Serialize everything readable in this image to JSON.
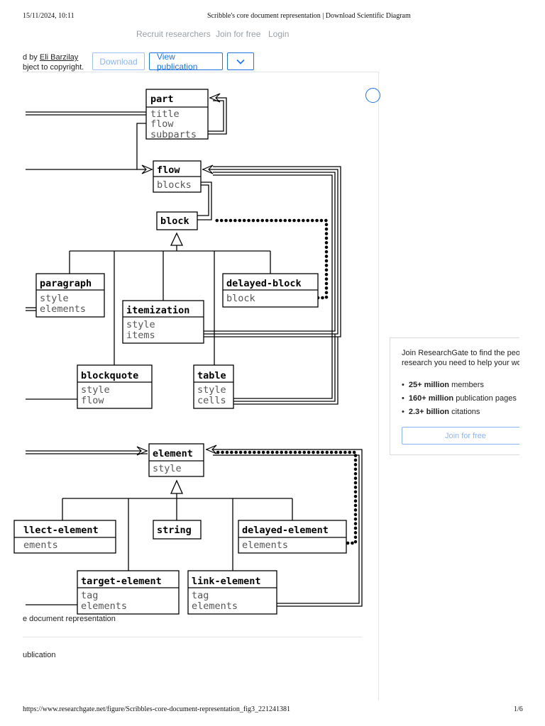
{
  "print_header": {
    "datetime": "15/11/2024, 10:11",
    "page_title": "Scribble's core document representation | Download Scientific Diagram"
  },
  "top_nav": {
    "recruit": "Recruit researchers",
    "join": "Join for free",
    "login": "Login"
  },
  "figure_toolbar": {
    "byline_prefix": "d by ",
    "author": "Eli Barzilay",
    "copyright": "bject to copyright.",
    "download": "Download",
    "view_publication": "View publication",
    "more_icon": "chevron-down-icon"
  },
  "diagram": {
    "part": {
      "name": "part",
      "fields": [
        "title",
        "flow",
        "subparts"
      ]
    },
    "flow": {
      "name": "flow",
      "fields": [
        "blocks"
      ]
    },
    "block": {
      "name": "block"
    },
    "paragraph": {
      "name": "paragraph",
      "fields": [
        "style",
        "elements"
      ]
    },
    "delayed_block": {
      "name": "delayed-block",
      "fields": [
        "block"
      ]
    },
    "itemization": {
      "name": "itemization",
      "fields": [
        "style",
        "items"
      ]
    },
    "blockquote": {
      "name": "blockquote",
      "fields": [
        "style",
        "flow"
      ]
    },
    "table": {
      "name": "table",
      "fields": [
        "style",
        "cells"
      ]
    },
    "element": {
      "name": "element",
      "fields": [
        "style"
      ]
    },
    "collect_element": {
      "name": "llect-element",
      "fields": [
        "ements"
      ]
    },
    "string": {
      "name": "string"
    },
    "delayed_element": {
      "name": "delayed-element",
      "fields": [
        "elements"
      ]
    },
    "target_element": {
      "name": "target-element",
      "fields": [
        "tag",
        "elements"
      ]
    },
    "link_element": {
      "name": "link-element",
      "fields": [
        "tag",
        "elements"
      ]
    }
  },
  "caption": "e document representation",
  "publication_link": "ublication",
  "rg_card": {
    "intro_line1": "Join ResearchGate to find the peo",
    "intro_line2": "research you need to help your wo",
    "stats": [
      {
        "bold": "25+ million",
        "rest": " members"
      },
      {
        "bold": "160+ million",
        "rest": " publication pages"
      },
      {
        "bold": "2.3+ billion",
        "rest": " citations"
      }
    ],
    "join": "Join for free"
  },
  "print_footer": {
    "url": "https://www.researchgate.net/figure/Scribbles-core-document-representation_fig3_221241381",
    "page": "1/6"
  }
}
